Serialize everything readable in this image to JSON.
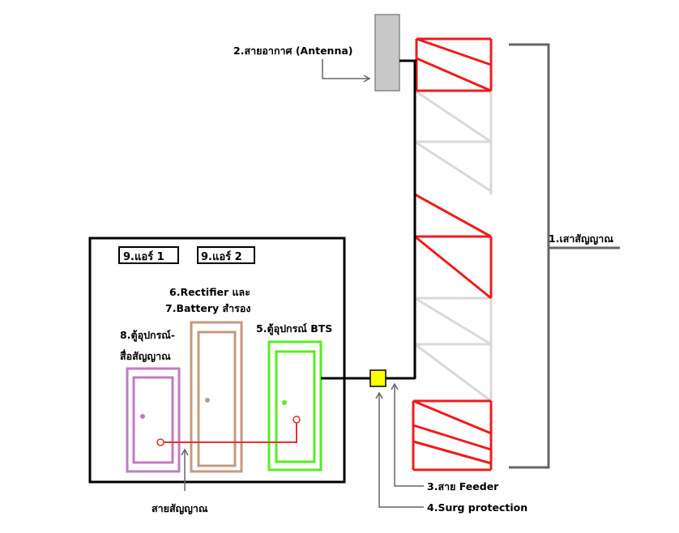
{
  "labels": {
    "tower": "1.เสาสัญญาณ",
    "antenna": "2.สายอากาศ (Antenna)",
    "feeder": "3.สาย Feeder",
    "surge": "4.Surg protection",
    "bts": "5.ตู้อุปกรณ์ BTS",
    "rectifier_line1": "6.Rectifier และ",
    "rectifier_line2": "7.Battery สำรอง",
    "transmission_line1": "8.ตู้อุปกรณ์-",
    "transmission_line2": "สื่อสัญญาณ",
    "aircon1": "9.แอร์ 1",
    "aircon2": "9.แอร์ 2",
    "signal_cable": "สายสัญญาณ"
  },
  "colors": {
    "tower_red": "#ee1c1c",
    "tower_grey": "#d9d9d9",
    "antenna_fill": "#c8c8c8",
    "bts_green": "#55ee22",
    "rectifier_brown": "#c49a7c",
    "transmission_purple": "#c27bc3",
    "surge_yellow": "#ffff00",
    "signal_red": "#e53030",
    "line_black": "#000000",
    "pointer_grey": "#666666"
  }
}
